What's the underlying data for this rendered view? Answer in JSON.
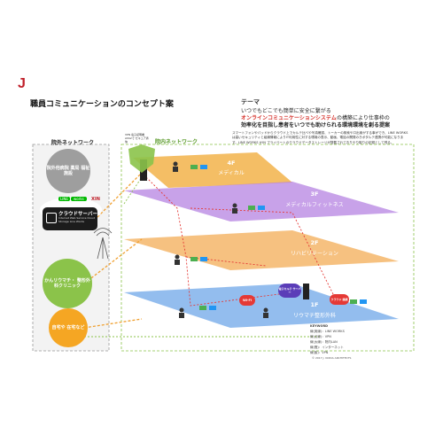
{
  "logo_text": "J",
  "title": "職員コミュニケーションのコンセプト案",
  "theme": {
    "label": "テーマ",
    "lines": [
      "いつでもどこでも簡単に安全に繋がる",
      "オンラインコミュニケーションシステム",
      "の構築により仕事枠の",
      "効率化を目指し患者をいつでも助けられる環境環境を創る提案"
    ]
  },
  "description": "スマートフォンやパッドからクラウド上でカルテ比べや写真確認、トーカーの検索や口出案がする事ができ、LINE WORKSは高いセキュリティと組織情報によりIT利用性に対する環境の表示、動画、電話の開発のきボタルテ連携が可能になります。LINE WORKS かIN プライベートのクラウドデータストレージが搭載されておりやり取りの記録として残る。",
  "zones": {
    "outside": "院外ネットワーク",
    "inside": "院内ネットワーク",
    "vpn": "VPN 電子証明書 ASS2で セキュア通信"
  },
  "nodes": {
    "top_outside": "院外他病院 薬局 福祉施設",
    "clinic": "かんリウマチ・ 整形外科クリニック",
    "home": "自宅や 在宅など"
  },
  "server": {
    "name": "クラウドサーバー",
    "sub": "Internet Web Service Cloud Storage Line Works",
    "line_label": "LINE",
    "works_label": "works",
    "xin_label": "XIN"
  },
  "floors": [
    {
      "num": "4F",
      "name": "メディカル",
      "color": "#f0a832"
    },
    {
      "num": "3F",
      "name": "メディカルフィットネス",
      "color": "#b07ae0"
    },
    {
      "num": "2F",
      "name": "リハビリテーション",
      "color": "#f2a64a"
    },
    {
      "num": "1F",
      "name": "リウマチ整形外科",
      "color": "#6fa7e8"
    }
  ],
  "first_floor_nodes": {
    "electronic_chart": "電子カルテ サーバー",
    "wifi": "Wi-Fi",
    "cloud_connect": "クラウド 接続"
  },
  "legend": {
    "title": "KEYWORD",
    "rows": [
      "線(実線)：LINE WORKS",
      "線(点線)：VPN",
      "線(太線)：院内LAN",
      "線(橙)：インターネット",
      "線(紫)：VPN"
    ]
  },
  "copyright": "© 2017 J. KOIDA ARCHITECTS"
}
